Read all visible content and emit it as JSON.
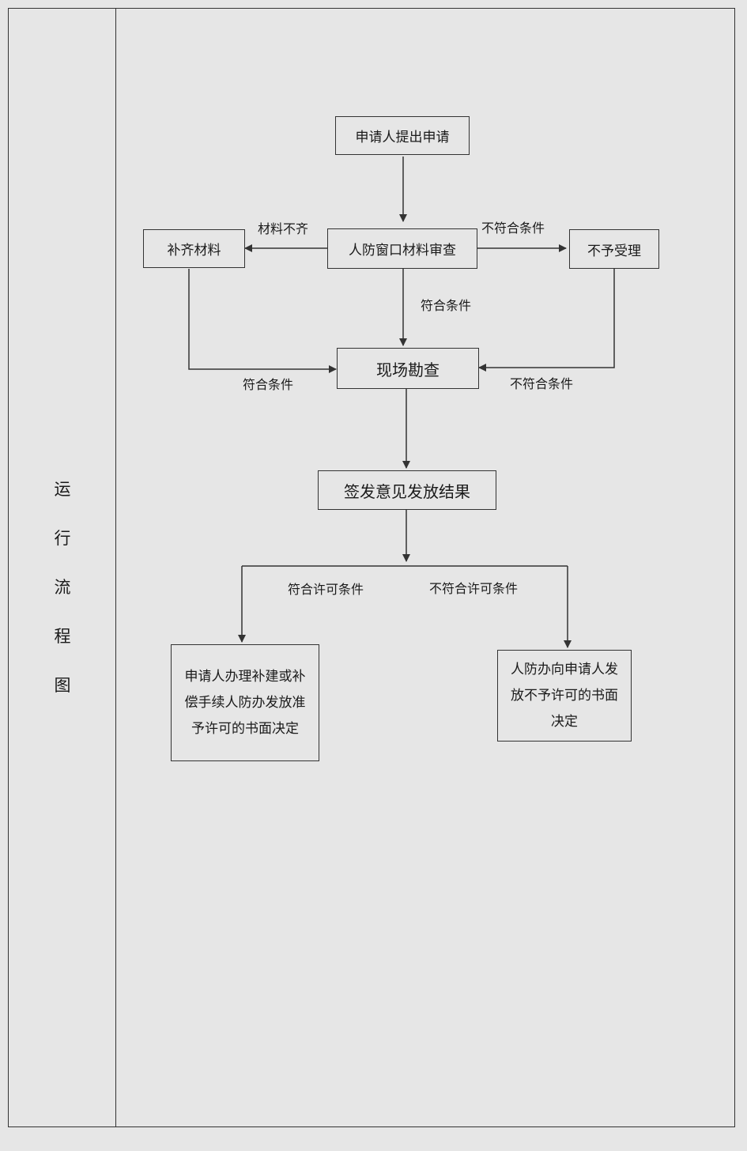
{
  "side_label": [
    "运",
    "行",
    "流",
    "程",
    "图"
  ],
  "nodes": {
    "apply": "申请人提出申请",
    "review": "人防窗口材料审查",
    "supplement": "补齐材料",
    "reject_accept": "不予受理",
    "inspect": "现场勘查",
    "sign": "签发意见发放结果",
    "approve": "申请人办理补建或补偿手续人防办发放准予许可的书面决定",
    "deny": "人防办向申请人发放不予许可的书面决定"
  },
  "edge_labels": {
    "incomplete": "材料不齐",
    "not_qualified_top": "不符合条件",
    "qualified_center": "符合条件",
    "qualified_left": "符合条件",
    "not_qualified_right": "不符合条件",
    "permit_yes": "符合许可条件",
    "permit_no": "不符合许可条件"
  },
  "colors": {
    "line": "#333333",
    "background": "#e6e6e6"
  }
}
